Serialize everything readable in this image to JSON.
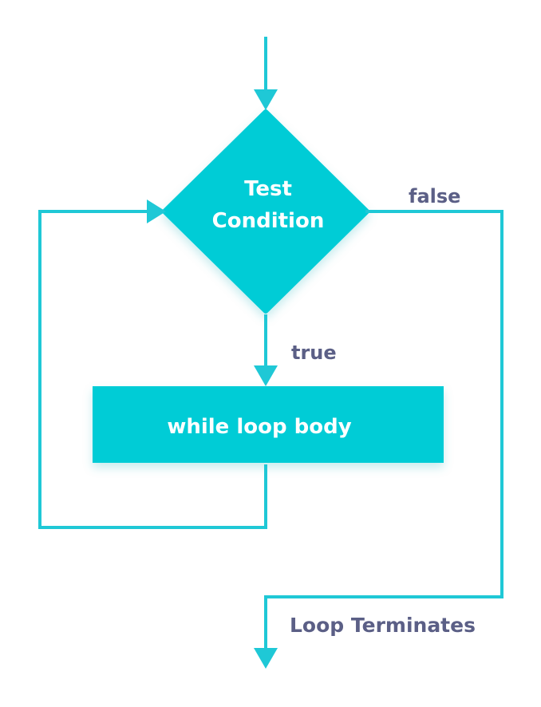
{
  "diagram": {
    "condition_line1": "Test",
    "condition_line2": "Condition",
    "body_label": "while loop body",
    "true_label": "true",
    "false_label": "false",
    "exit_label": "Loop Terminates"
  },
  "colors": {
    "shape_fill": "#00CCD6",
    "line": "#1FC8D6",
    "shape_text": "#ffffff",
    "label_text": "#5B5F86"
  }
}
